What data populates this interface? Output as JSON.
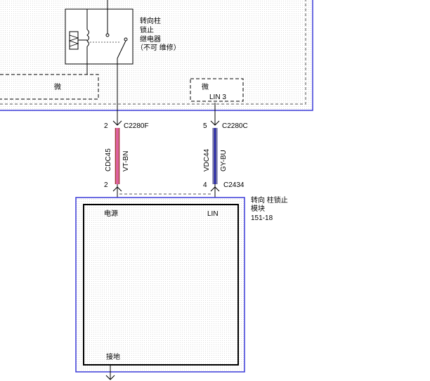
{
  "relay": {
    "label_lines": [
      "转向柱",
      "锁止",
      "继电器",
      "（不可 维修）"
    ]
  },
  "micro_left": "微",
  "micro_right": "微",
  "lin_pin": "LIN 3",
  "wires": [
    {
      "top_pin": "2",
      "top_connector": "C2280F",
      "circuit": "CDC45",
      "color_code": "VT-BN",
      "bottom_pin": "2",
      "bottom_connector": "",
      "stripe_colors": [
        "#e060a0",
        "#8a4a20"
      ]
    },
    {
      "top_pin": "5",
      "top_connector": "C2280C",
      "circuit": "VDC44",
      "color_code": "GY-BU",
      "bottom_pin": "4",
      "bottom_connector": "C2434",
      "stripe_colors": [
        "#3a3aa8",
        "#9a9a9a"
      ]
    }
  ],
  "module": {
    "name_lines": [
      "转向 柱锁止",
      "模块"
    ],
    "ref": "151-18",
    "pin_power": "电源",
    "pin_lin": "LIN",
    "pin_ground": "接地"
  },
  "colors": {
    "module_border": "#3a3ad8",
    "dash_gray": "#555555"
  }
}
